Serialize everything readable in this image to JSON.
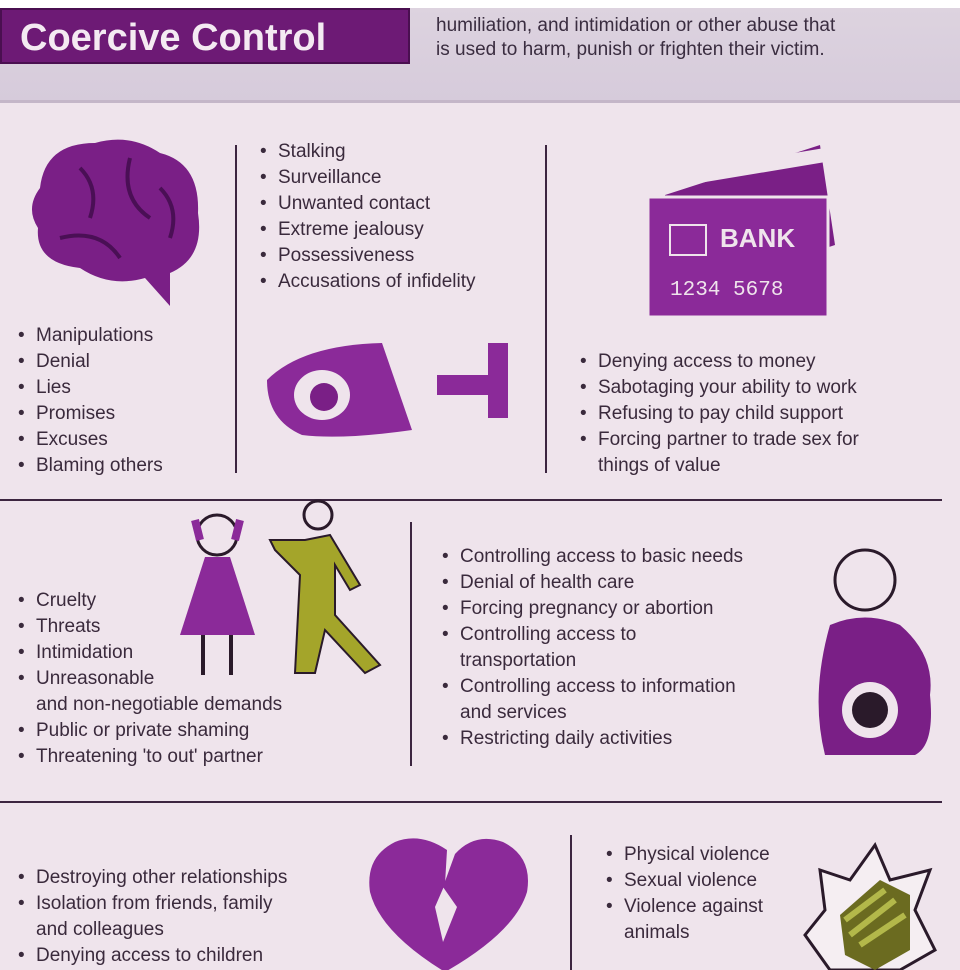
{
  "header": {
    "title": "Coercive Control",
    "subtitle_lines": [
      "humiliation, and intimidation or other abuse that",
      "is used to harm, punish or frighten their victim."
    ]
  },
  "sections": {
    "emotional": [
      "Manipulations",
      "Denial",
      "Lies",
      "Promises",
      "Excuses",
      "Blaming others"
    ],
    "monitoring": [
      "Stalking",
      "Surveillance",
      "Unwanted contact",
      "Extreme jealousy",
      "Possessiveness",
      "Accusations of infidelity"
    ],
    "financial": [
      "Denying access to money",
      "Sabotaging your ability to work",
      "Refusing to pay child support",
      "Forcing partner to trade sex for",
      "things of value"
    ],
    "threats": [
      "Cruelty",
      "Threats",
      "Intimidation",
      "Unreasonable",
      "and non-negotiable demands",
      "Public or private shaming",
      "Threatening 'to out' partner"
    ],
    "control": [
      "Controlling access to basic needs",
      "Denial of health care",
      "Forcing pregnancy or abortion",
      "Controlling access to",
      "transportation",
      "Controlling access to information",
      "and services",
      "Restricting daily activities"
    ],
    "isolation": [
      "Destroying other relationships",
      "Isolation from friends, family",
      "and colleagues",
      "Denying access to children"
    ],
    "violence": [
      "Physical violence",
      "Sexual violence",
      "Violence against",
      "animals"
    ]
  },
  "card": {
    "bank": "BANK",
    "number": "1234  5678"
  },
  "colors": {
    "purple": "#7a1f86",
    "dark": "#6d1a75",
    "olive": "#9aa12a"
  }
}
